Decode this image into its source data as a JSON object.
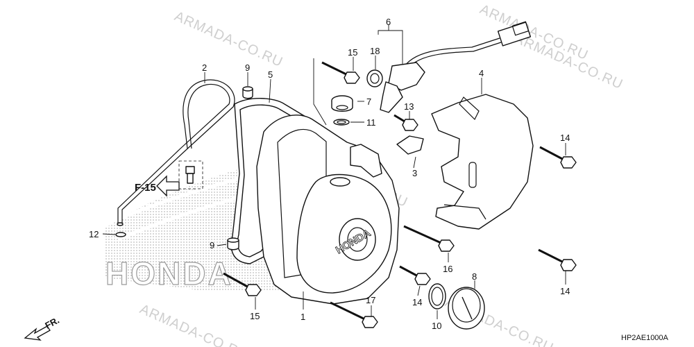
{
  "watermarks": [
    "ARMADA-CO.RU",
    "ARMADA-CO.RU",
    "ARMADA-CO.RU",
    "ARMADA-CO.RU",
    "ARMADA-CO.RU",
    "ARMADA-CO.RU"
  ],
  "background_logo": "HONDA",
  "cover_logo": "HONDA",
  "reference": {
    "label": "F-15"
  },
  "direction": {
    "label": "FR."
  },
  "diagram_code": "HP2AE1000A",
  "callouts": [
    {
      "id": "c1",
      "number": "1"
    },
    {
      "id": "c2",
      "number": "2"
    },
    {
      "id": "c3",
      "number": "3"
    },
    {
      "id": "c4",
      "number": "4"
    },
    {
      "id": "c5",
      "number": "5"
    },
    {
      "id": "c6",
      "number": "6"
    },
    {
      "id": "c7",
      "number": "7"
    },
    {
      "id": "c8",
      "number": "8"
    },
    {
      "id": "c9a",
      "number": "9"
    },
    {
      "id": "c9b",
      "number": "9"
    },
    {
      "id": "c10",
      "number": "10"
    },
    {
      "id": "c11",
      "number": "11"
    },
    {
      "id": "c12",
      "number": "12"
    },
    {
      "id": "c13",
      "number": "13"
    },
    {
      "id": "c14a",
      "number": "14"
    },
    {
      "id": "c14b",
      "number": "14"
    },
    {
      "id": "c14c",
      "number": "14"
    },
    {
      "id": "c15a",
      "number": "15"
    },
    {
      "id": "c15b",
      "number": "15"
    },
    {
      "id": "c16",
      "number": "16"
    },
    {
      "id": "c17",
      "number": "17"
    },
    {
      "id": "c18",
      "number": "18"
    }
  ]
}
